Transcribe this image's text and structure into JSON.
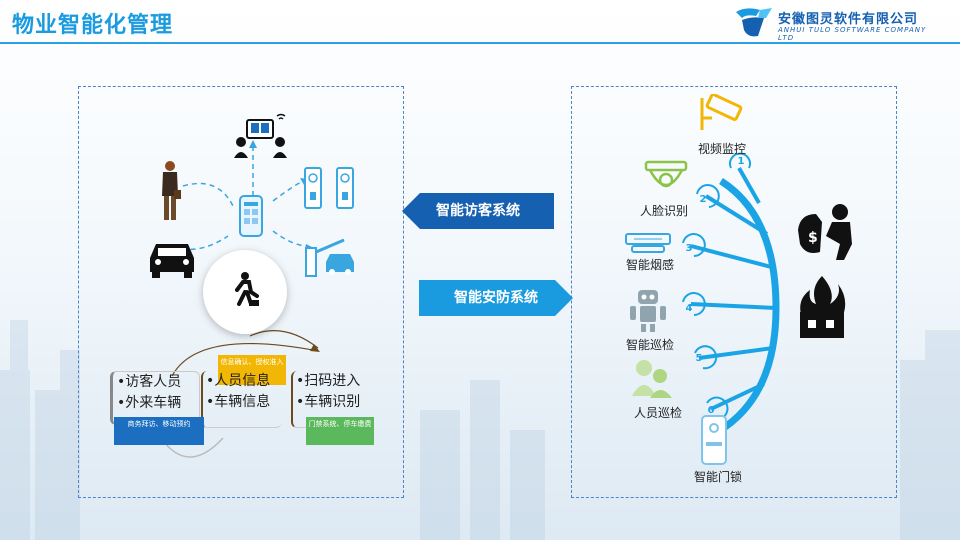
{
  "header": {
    "title": "物业智能化管理",
    "brand_name": "安徽图灵软件有限公司",
    "brand_en": "ANHUI TULO SOFTWARE COMPANY LTD"
  },
  "arrows": {
    "visitor_system": "智能访客系统",
    "security_system": "智能安防系统"
  },
  "visitor": {
    "box1": [
      "•访客人员",
      "•外来车辆"
    ],
    "box2": [
      "•人员信息",
      "•车辆信息"
    ],
    "box3": [
      "•扫码进入",
      "•车辆识别"
    ],
    "tag_blue": "商务拜访、移动预约",
    "tag_yellow": "信息确认、授权准入",
    "tag_green": "门禁系统、停车缴费"
  },
  "security": {
    "items": [
      "视频监控",
      "人脸识别",
      "智能烟感",
      "智能巡检",
      "人员巡检",
      "智能门锁"
    ],
    "numbers": [
      "1",
      "2",
      "3",
      "4",
      "5",
      "6"
    ]
  },
  "colors": {
    "accent": "#1a9be0",
    "dark_blue": "#1560b0",
    "tag_blue": "#1b6ec0",
    "tag_yellow": "#f2b705",
    "tag_green": "#5cb85c"
  }
}
